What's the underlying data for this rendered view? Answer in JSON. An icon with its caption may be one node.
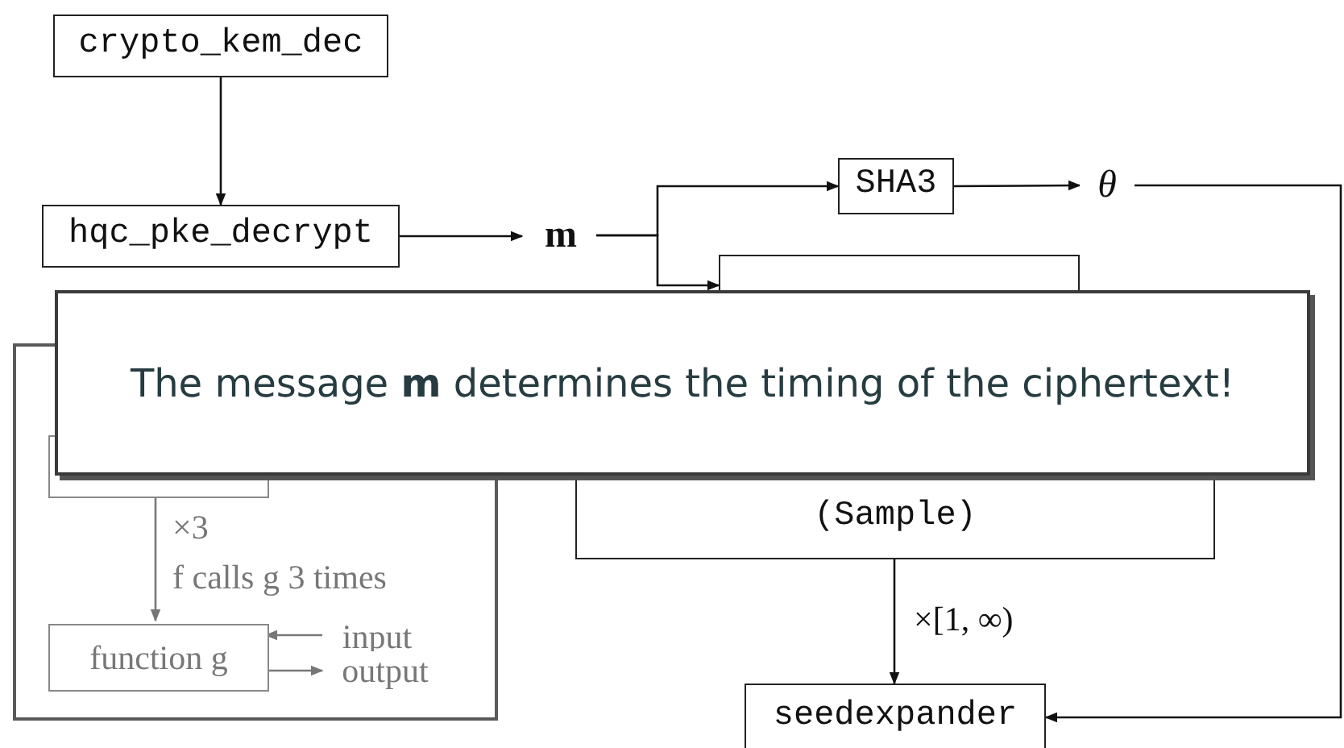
{
  "diagram": {
    "nodes": [
      {
        "text": [
          "crypto_kem_dec"
        ]
      },
      {
        "text": [
          "hqc_pke_decrypt"
        ]
      },
      {
        "text": [
          "m"
        ]
      },
      {
        "text": [
          "SHA3"
        ]
      },
      {
        "text": [
          "θ"
        ]
      },
      {
        "text": [],
        "shape": "box"
      },
      {
        "text": [
          "(Sample)"
        ]
      },
      {
        "text": [
          "seedexpander"
        ]
      },
      {
        "text": [],
        "shape": "box"
      },
      {
        "text": [],
        "shape": "box",
        "in": 8
      },
      {
        "text": [
          "function g"
        ],
        "in": 8
      },
      {
        "text": [
          "input"
        ],
        "in": 8
      },
      {
        "text": [
          "output"
        ],
        "in": 8
      },
      {
        "text": [
          "The message **m** determines the timing of the ciphertext!"
        ]
      }
    ],
    "edges": [
      {
        "from": 0,
        "to": 1,
        "arrow": "to"
      },
      {
        "from": 1,
        "to": 2,
        "arrow": "to"
      },
      {
        "from": 2,
        "to": 3,
        "arrow": "to"
      },
      {
        "from": 2,
        "to": 5,
        "arrow": "to"
      },
      {
        "from": 3,
        "to": 4,
        "arrow": "to"
      },
      {
        "from": 4,
        "to": 7,
        "arrow": "to"
      },
      {
        "from": 6,
        "to": 7,
        "arrow": "to",
        "label": "×[1, ∞)"
      },
      {
        "from": 9,
        "to": 10,
        "arrow": "to",
        "label": "×3",
        "color": "#777777"
      },
      {
        "from": 11,
        "to": 10,
        "arrow": "to",
        "color": "#777777"
      },
      {
        "from": 10,
        "to": 12,
        "arrow": "to",
        "color": "#777777"
      }
    ],
    "labels": [
      "f calls g 3 times"
    ]
  }
}
